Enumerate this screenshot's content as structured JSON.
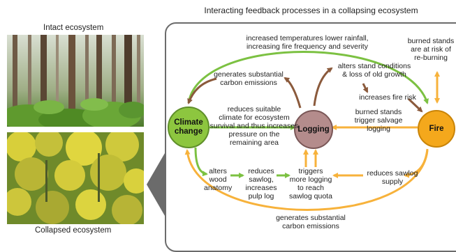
{
  "photos": {
    "intact_caption": "Intact ecosystem",
    "collapsed_caption": "Collapsed ecosystem"
  },
  "diagram": {
    "title": "Interacting feedback processes in a collapsing ecosystem",
    "colors": {
      "climate": "#8dc63f",
      "logging": "#b48c8c",
      "fire": "#f4a81c",
      "green_arrow": "#7cc142",
      "brown_arrow": "#8b5a3c",
      "orange_arrow": "#f7b23b"
    },
    "nodes": {
      "climate_line1": "Climate",
      "climate_line2": "change",
      "logging": "Logging",
      "fire": "Fire"
    },
    "labels": {
      "top_arc": [
        "increased temperatures lower rainfall,",
        "increasing fire frequency and severity"
      ],
      "burned_rebuilding": [
        "burned stands",
        "are at risk of",
        "re-burning"
      ],
      "carbon_top": [
        "generates substantial",
        "carbon emissions"
      ],
      "stand_conditions": [
        "alters stand conditions",
        "& loss of old growth"
      ],
      "fire_risk": [
        "increases fire risk"
      ],
      "climate_reduces": [
        "reduces suitable",
        "climate for ecosystem",
        "survival and thus increases",
        "pressure on the",
        "remaining area"
      ],
      "salvage": [
        "burned stands",
        "trigger salvage",
        "logging"
      ],
      "wood": [
        "alters",
        "wood",
        "anatomy"
      ],
      "sawlog_pulp": [
        "reduces",
        "sawlog,",
        "increases",
        "pulp log"
      ],
      "quota": [
        "triggers",
        "more logging",
        "to reach",
        "sawlog quota"
      ],
      "supply": [
        "reduces sawlog",
        "supply"
      ],
      "carbon_bottom": [
        "generates substantial",
        "carbon emissions"
      ]
    }
  }
}
